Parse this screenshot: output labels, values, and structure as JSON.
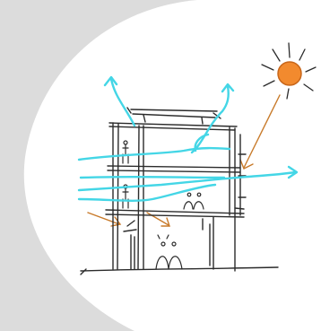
{
  "diagram": {
    "colors": {
      "background": "#dcdcdc",
      "panel": "#ffffff",
      "ink": "#2b2b2b",
      "airflow": "#44d6e6",
      "sun_rays_arrows": "#c87a2a",
      "sun_fill": "#f28a2e"
    },
    "elements": [
      "sun-icon",
      "building-section-sketch",
      "airflow-arrows",
      "sun-ray-arrows",
      "person-figures",
      "ground-line"
    ]
  }
}
